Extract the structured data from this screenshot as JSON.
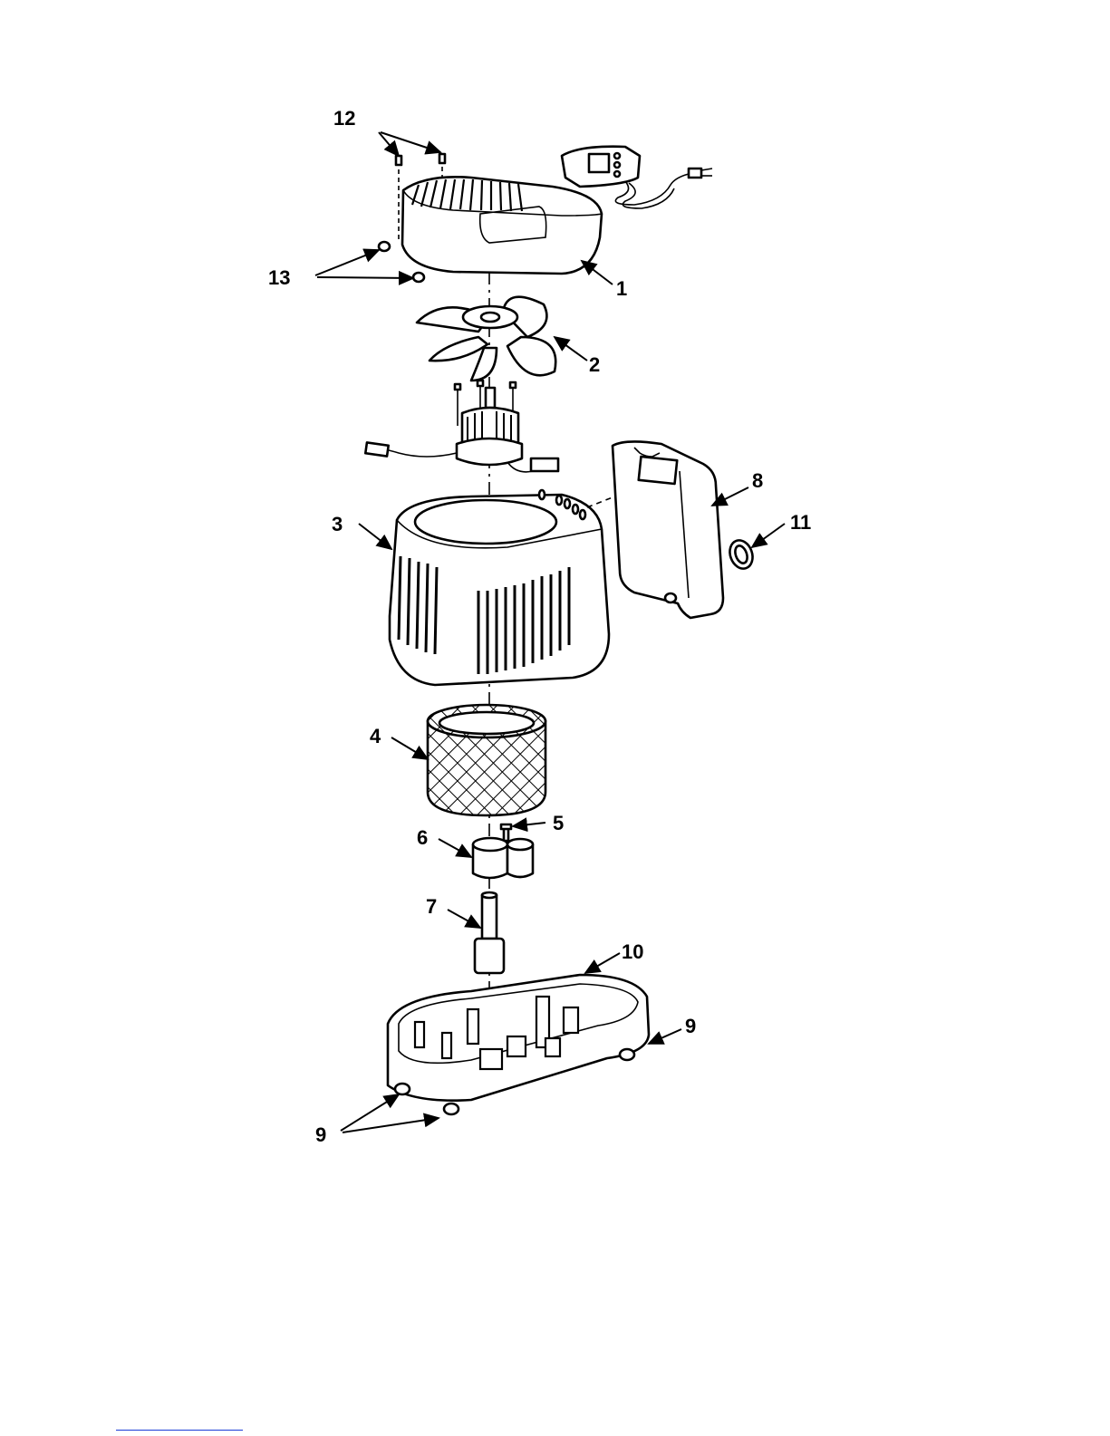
{
  "parts": [
    {
      "id": "cover",
      "callout": "1"
    },
    {
      "id": "fan-blade",
      "callout": "2"
    },
    {
      "id": "housing",
      "callout": "3"
    },
    {
      "id": "wick-filter",
      "callout": "4"
    },
    {
      "id": "screw",
      "callout": "5"
    },
    {
      "id": "float",
      "callout": "6"
    },
    {
      "id": "float-rod",
      "callout": "7"
    },
    {
      "id": "water-tank",
      "callout": "8"
    },
    {
      "id": "foot",
      "callout": "9"
    },
    {
      "id": "base-tray",
      "callout": "10"
    },
    {
      "id": "tank-cap",
      "callout": "11"
    },
    {
      "id": "cover-screws",
      "callout": "12"
    },
    {
      "id": "cover-plugs",
      "callout": "13"
    }
  ],
  "labels": {
    "c1": "1",
    "c2": "2",
    "c3": "3",
    "c4": "4",
    "c5": "5",
    "c6": "6",
    "c7": "7",
    "c8": "8",
    "c9a": "9",
    "c9b": "9",
    "c10": "10",
    "c11": "11",
    "c12": "12",
    "c13": "13"
  },
  "colors": {
    "line": "#000000",
    "background": "#ffffff",
    "footer_link_line": "#1a3bd6"
  }
}
